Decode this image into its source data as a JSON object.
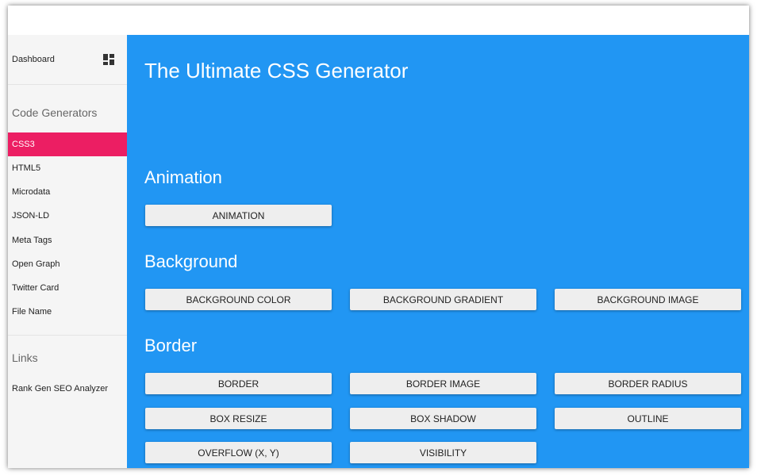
{
  "sidebar": {
    "dashboard_label": "Dashboard",
    "dashboard_icon": "dashboard-icon",
    "code_generators_header": "Code Generators",
    "items": [
      {
        "label": "CSS3",
        "active": true
      },
      {
        "label": "HTML5"
      },
      {
        "label": "Microdata"
      },
      {
        "label": "JSON-LD"
      },
      {
        "label": "Meta Tags"
      },
      {
        "label": "Open Graph"
      },
      {
        "label": "Twitter Card"
      },
      {
        "label": "File Name"
      }
    ],
    "links_header": "Links",
    "links": [
      {
        "label": "Rank Gen SEO Analyzer"
      }
    ]
  },
  "main": {
    "title": "The Ultimate CSS Generator",
    "sections": [
      {
        "title": "Animation",
        "buttons": [
          "ANIMATION"
        ]
      },
      {
        "title": "Background",
        "buttons": [
          "BACKGROUND COLOR",
          "BACKGROUND GRADIENT",
          "BACKGROUND IMAGE"
        ]
      },
      {
        "title": "Border",
        "buttons": [
          "BORDER",
          "BORDER IMAGE",
          "BORDER RADIUS",
          "BOX RESIZE",
          "BOX SHADOW",
          "OUTLINE",
          "OVERFLOW (X, Y)",
          "VISIBILITY"
        ]
      }
    ]
  },
  "colors": {
    "main_background": "#2196f3",
    "active_item": "#ec1e63",
    "sidebar_background": "#f5f5f5",
    "button_background": "#eeeeee"
  }
}
